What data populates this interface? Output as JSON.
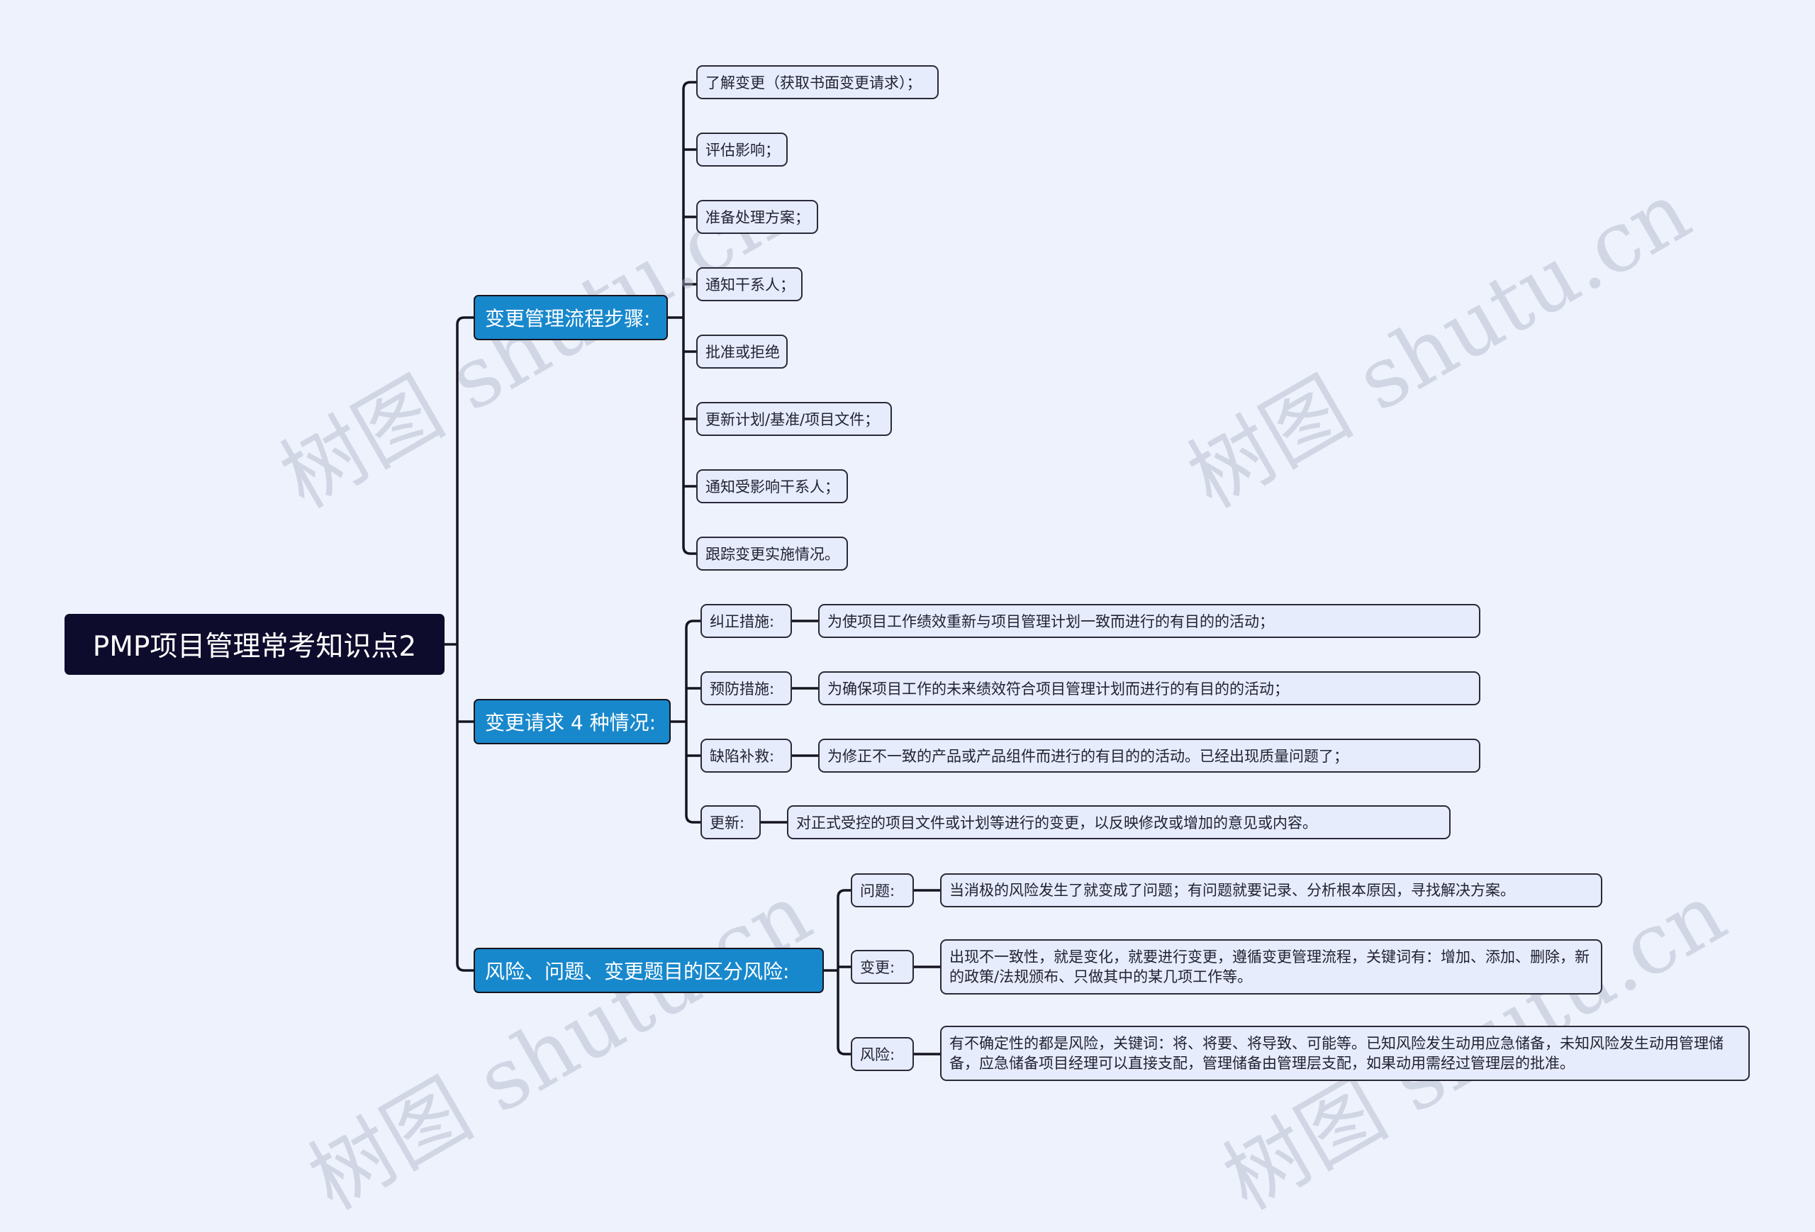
{
  "root": {
    "label": "PMP项目管理常考知识点2"
  },
  "branches": [
    {
      "label": "变更管理流程步骤:",
      "children": [
        "了解变更（获取书面变更请求）；",
        "评估影响；",
        "准备处理方案；",
        "通知干系人；",
        "批准或拒绝",
        "更新计划/基准/项目文件；",
        "通知受影响干系人；",
        "跟踪变更实施情况。"
      ]
    },
    {
      "label": "变更请求 4 种情况:",
      "children": [
        {
          "label": "纠正措施:",
          "detail": "为使项目工作绩效重新与项目管理计划一致而进行的有目的的活动；"
        },
        {
          "label": "预防措施:",
          "detail": "为确保项目工作的未来绩效符合项目管理计划而进行的有目的的活动；"
        },
        {
          "label": "缺陷补救:",
          "detail": "为修正不一致的产品或产品组件而进行的有目的的活动。已经出现质量问题了；"
        },
        {
          "label": "更新:",
          "detail": "对正式受控的项目文件或计划等进行的变更，以反映修改或增加的意见或内容。"
        }
      ]
    },
    {
      "label": "风险、问题、变更题目的区分风险:",
      "children": [
        {
          "label": "问题:",
          "detail": "当消极的风险发生了就变成了问题；有问题就要记录、分析根本原因，寻找解决方案。"
        },
        {
          "label": "变更:",
          "detail": "出现不一致性，就是变化，就要进行变更，遵循变更管理流程，关键词有：增加、添加、删除，新的政策/法规颁布、只做其中的某几项工作等。"
        },
        {
          "label": "风险:",
          "detail": "有不确定性的都是风险，关键词：将、将要、将导致、可能等。已知风险发生动用应急储备，未知风险发生动用管理储备，应急储备项目经理可以直接支配，管理储备由管理层支配，如果动用需经过管理层的批准。"
        }
      ]
    }
  ],
  "watermark": "树图 shutu.cn",
  "colors": {
    "background": "#eef2fd",
    "root": "#0e0c2c",
    "branch": "#1888cc",
    "leaf": "#e6ecfb",
    "line": "#15151f"
  }
}
